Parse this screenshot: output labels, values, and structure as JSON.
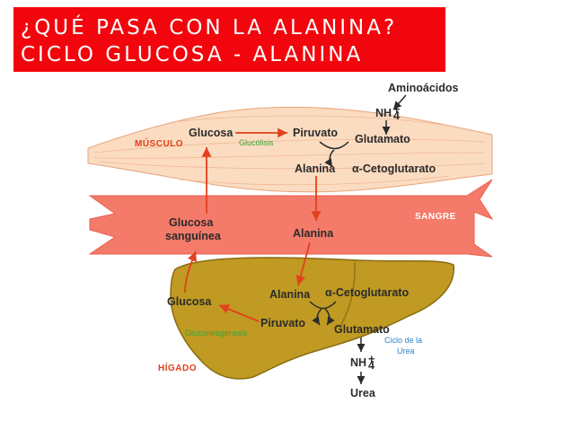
{
  "title": {
    "line1": "¿QUÉ PASA CON LA ALANINA?",
    "line2": "CICLO GLUCOSA - ALANINA"
  },
  "colors": {
    "banner": "#f2050c",
    "muscle": "#fbdcc0",
    "blood": "#f47a6a",
    "liver": "#c09a22",
    "arrow_red": "#e2401c",
    "green_text": "#3aa23a",
    "blue_text": "#2f82c8"
  },
  "diagram": {
    "organs": {
      "muscle": "MÚSCULO",
      "blood": "SANGRE",
      "liver": "HÍGADO"
    },
    "labels": {
      "aminoacidos": "Aminoácidos",
      "nh4_top": "NH",
      "glucosa_musculo": "Glucosa",
      "glucolisis": "Glucólisis",
      "piruvato_musculo": "Piruvato",
      "glutamato_musculo": "Glutamato",
      "alanina_musculo": "Alanina",
      "cetoglutarato_musculo": "α-Cetoglutarato",
      "glucosa_sanguinea_1": "Glucosa",
      "glucosa_sanguinea_2": "sanguínea",
      "alanina_sangre": "Alanina",
      "alanina_higado": "Alanina",
      "cetoglutarato_higado": "α-Cetoglutarato",
      "glucosa_higado": "Glucosa",
      "piruvato_higado": "Piruvato",
      "glutamato_higado": "Glutamato",
      "gluconeogenesis": "Gluconeogénesis",
      "ciclo_urea_1": "Ciclo de la",
      "ciclo_urea_2": "Urea",
      "nh4_bottom": "NH",
      "urea": "Urea"
    }
  }
}
